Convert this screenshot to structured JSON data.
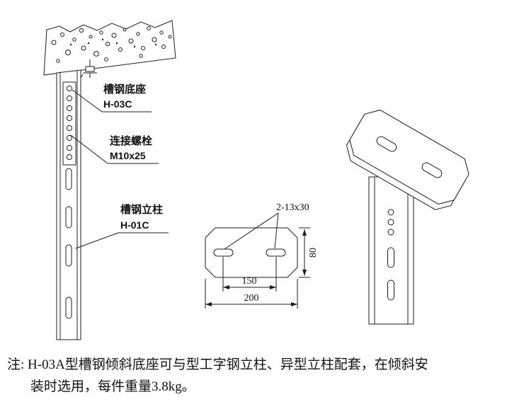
{
  "drawing": {
    "labels": {
      "base": {
        "name": "槽钢底座",
        "code": "H-03C"
      },
      "bolt": {
        "name": "连接螺栓",
        "code": "M10x25"
      },
      "column": {
        "name": "槽钢立柱",
        "code": "H-01C"
      },
      "slot_spec": "2-13x30"
    },
    "dimensions": {
      "hole_spacing": "150",
      "overall_width": "200",
      "plate_depth": "80"
    },
    "note_line1": "注:  H-03A型槽钢倾斜底座可与型工字钢立柱、异型立柱配套，在倾斜安",
    "note_line2": "装时选用，每件重量3.8kg。",
    "colors": {
      "line": "#1c1c1c",
      "background": "#ffffff"
    }
  }
}
